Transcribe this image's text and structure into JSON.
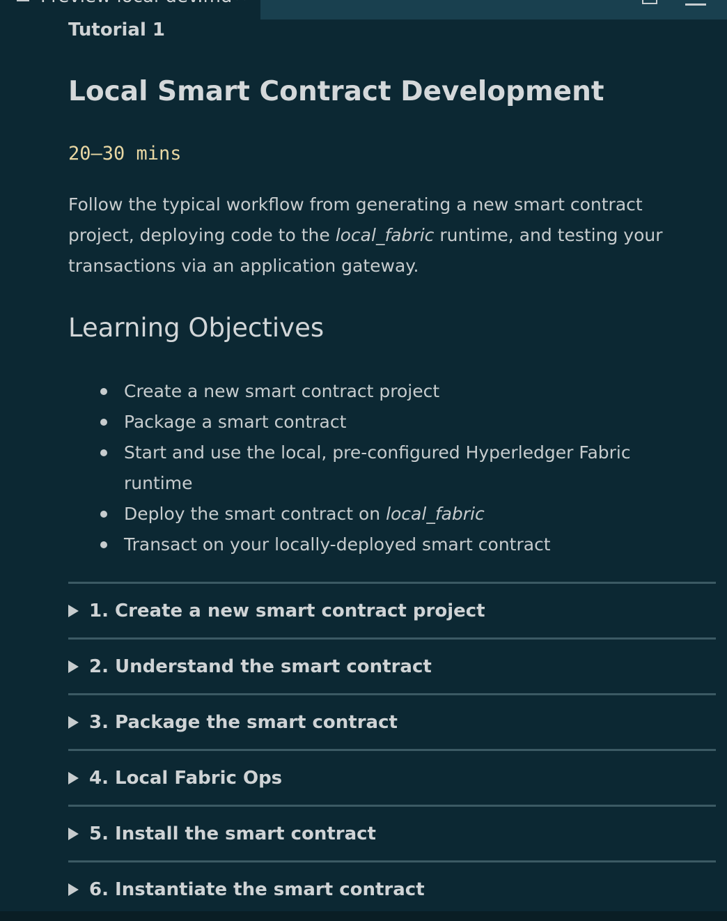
{
  "tab": {
    "label": "Preview local-dev.md",
    "close_glyph": "×"
  },
  "tutorial": {
    "label": "Tutorial 1",
    "title": "Local Smart Contract Development",
    "duration": "20–30 mins",
    "intro": [
      {
        "text": "Follow the typical workflow from generating a new smart contract project, deploying code to the ",
        "italic": false
      },
      {
        "text": "local_fabric",
        "italic": true
      },
      {
        "text": " runtime, and testing your transactions via an application gateway.",
        "italic": false
      }
    ]
  },
  "objectives": {
    "heading": "Learning Objectives",
    "items": [
      [
        {
          "text": "Create a new smart contract project",
          "italic": false
        }
      ],
      [
        {
          "text": "Package a smart contract",
          "italic": false
        }
      ],
      [
        {
          "text": "Start and use the local, pre-configured Hyperledger Fabric runtime",
          "italic": false
        }
      ],
      [
        {
          "text": "Deploy the smart contract on ",
          "italic": false
        },
        {
          "text": "local_fabric",
          "italic": true
        }
      ],
      [
        {
          "text": "Transact on your locally-deployed smart contract",
          "italic": false
        }
      ]
    ]
  },
  "sections": [
    {
      "title": "1. Create a new smart contract project"
    },
    {
      "title": "2. Understand the smart contract"
    },
    {
      "title": "3. Package the smart contract"
    },
    {
      "title": "4. Local Fabric Ops"
    },
    {
      "title": "5. Install the smart contract"
    },
    {
      "title": "6. Instantiate the smart contract"
    }
  ],
  "icons": {
    "tab": "preview-icon",
    "split": "split-editor-icon",
    "more": "more-actions-icon",
    "expand": "triangle-right-icon"
  },
  "colors": {
    "background": "#0c2833",
    "tabbar": "#19404f",
    "text": "#c7ccce",
    "code": "#e8d7a3",
    "divider": "#3c5a64"
  }
}
